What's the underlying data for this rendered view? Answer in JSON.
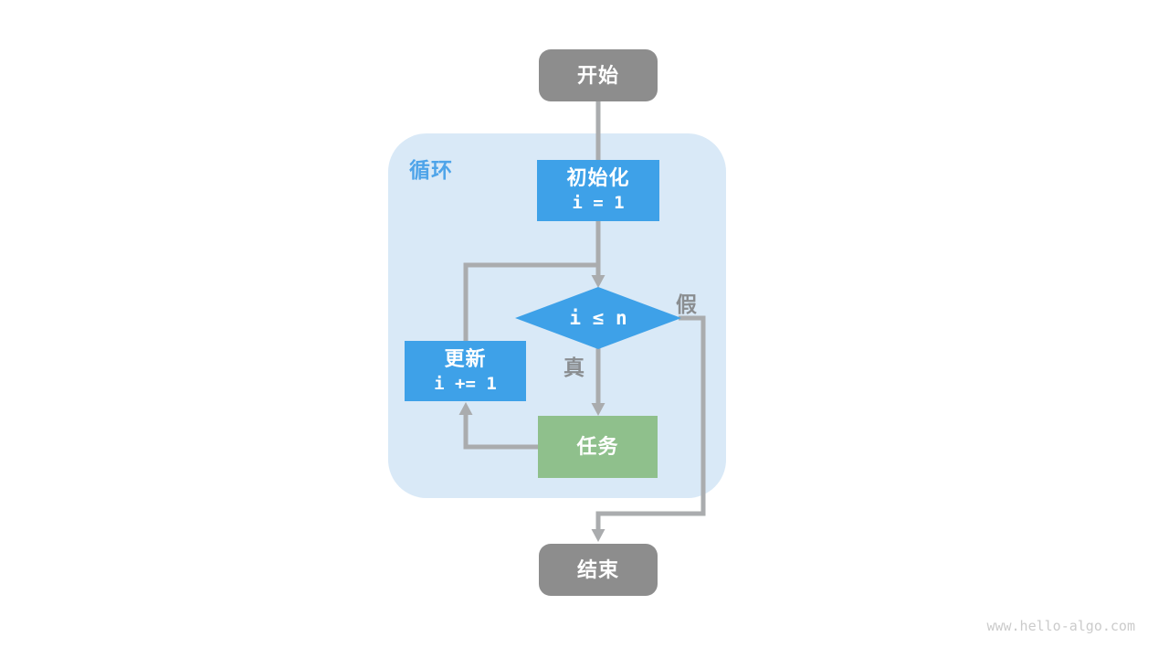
{
  "diagram": {
    "loop_label": "循环",
    "nodes": {
      "start": {
        "label": "开始"
      },
      "init": {
        "label": "初始化",
        "code": "i = 1"
      },
      "condition": {
        "code": "i ≤ n"
      },
      "update": {
        "label": "更新",
        "code": "i += 1"
      },
      "task": {
        "label": "任务"
      },
      "end": {
        "label": "结束"
      }
    },
    "edge_labels": {
      "true_branch": "真",
      "false_branch": "假"
    },
    "colors": {
      "process_blue": "#3EA1E8",
      "task_green": "#8FC08C",
      "terminal_gray": "#8D8D8D",
      "loop_background": "#D9E9F7",
      "loop_label_blue": "#4EA4E9",
      "connector_gray": "#AAACAE",
      "edge_label_gray": "#8A8D90"
    }
  },
  "watermark": "www.hello-algo.com"
}
